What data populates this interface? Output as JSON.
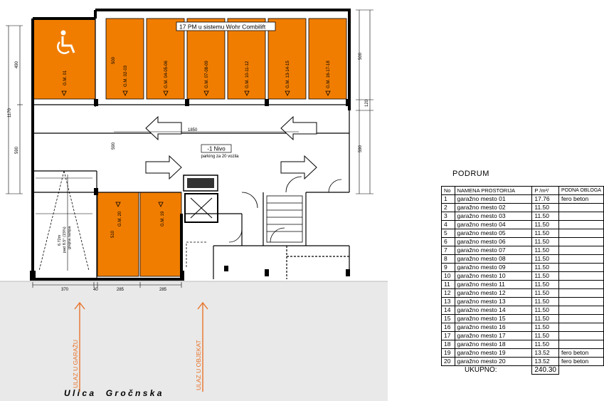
{
  "plan": {
    "lift_label": "17 PM u sistemu Wohr Combilift",
    "level_label": "-1 Nivo",
    "level_sub": "parking za 20 vozila",
    "ramp_text": [
      "6.72m",
      "pad 8.5° (15%)",
      "grejna rampa"
    ],
    "street_name": "U l i c a     G r o č n s k a",
    "garage_entry": "ULAZ U GARAŽU",
    "building_entry": "ULAZ U OBJEKAT",
    "space_labels": [
      "G.M. 01",
      "G.M. 02-03",
      "G.M. 04-05-06",
      "G.M. 07-08-09",
      "G.M. 10-11-12",
      "G.M. 13-14-15",
      "G.M. 16-17-18",
      "G.M. 20",
      "G.M. 19"
    ],
    "dimensions": {
      "left_total": "1170",
      "left_top": "490",
      "left_bottom": "590",
      "top_col": "500",
      "right_top": "500",
      "right_mid": "120",
      "right_bottom": "590",
      "mid_span": "1850",
      "mid_vert": "590",
      "low_vert": "510",
      "bottom_1": "370",
      "bottom_2": "285",
      "bottom_3": "285",
      "bottom_small": "40"
    },
    "colors": {
      "space_fill": "#f07d00",
      "wall": "#000000",
      "street": "#e9e9e9",
      "arrow": "#e8732a"
    }
  },
  "table": {
    "title": "PODRUM",
    "headers": {
      "no": "No",
      "name": "NAMENA PROSTORIJA",
      "p": "P /m²/",
      "ob": "PODNA OBLOGA"
    },
    "rows": [
      {
        "no": "1",
        "name": "garažno mesto 01",
        "p": "17.76",
        "ob": "fero beton"
      },
      {
        "no": "2",
        "name": "garažno mesto 02",
        "p": "11.50",
        "ob": ""
      },
      {
        "no": "3",
        "name": "garažno mesto 03",
        "p": "11.50",
        "ob": ""
      },
      {
        "no": "4",
        "name": "garažno mesto 04",
        "p": "11.50",
        "ob": ""
      },
      {
        "no": "5",
        "name": "garažno mesto 05",
        "p": "11.50",
        "ob": ""
      },
      {
        "no": "6",
        "name": "garažno mesto 06",
        "p": "11.50",
        "ob": ""
      },
      {
        "no": "7",
        "name": "garažno mesto 07",
        "p": "11.50",
        "ob": ""
      },
      {
        "no": "8",
        "name": "garažno mesto 08",
        "p": "11.50",
        "ob": ""
      },
      {
        "no": "9",
        "name": "garažno mesto 09",
        "p": "11.50",
        "ob": ""
      },
      {
        "no": "10",
        "name": "garažno mesto 10",
        "p": "11.50",
        "ob": ""
      },
      {
        "no": "11",
        "name": "garažno mesto 11",
        "p": "11.50",
        "ob": ""
      },
      {
        "no": "12",
        "name": "garažno mesto 12",
        "p": "11.50",
        "ob": ""
      },
      {
        "no": "13",
        "name": "garažno mesto 13",
        "p": "11.50",
        "ob": ""
      },
      {
        "no": "14",
        "name": "garažno mesto 14",
        "p": "11.50",
        "ob": ""
      },
      {
        "no": "15",
        "name": "garažno mesto 15",
        "p": "11.50",
        "ob": ""
      },
      {
        "no": "16",
        "name": "garažno mesto 16",
        "p": "11.50",
        "ob": ""
      },
      {
        "no": "17",
        "name": "garažno mesto 17",
        "p": "11.50",
        "ob": ""
      },
      {
        "no": "18",
        "name": "garažno mesto 18",
        "p": "11.50",
        "ob": ""
      },
      {
        "no": "19",
        "name": "garažno mesto 19",
        "p": "13.52",
        "ob": "fero beton"
      },
      {
        "no": "20",
        "name": "garažno mesto 20",
        "p": "13.52",
        "ob": "fero beton"
      }
    ],
    "total_label": "UKUPNO:",
    "total_value": "240.30"
  }
}
